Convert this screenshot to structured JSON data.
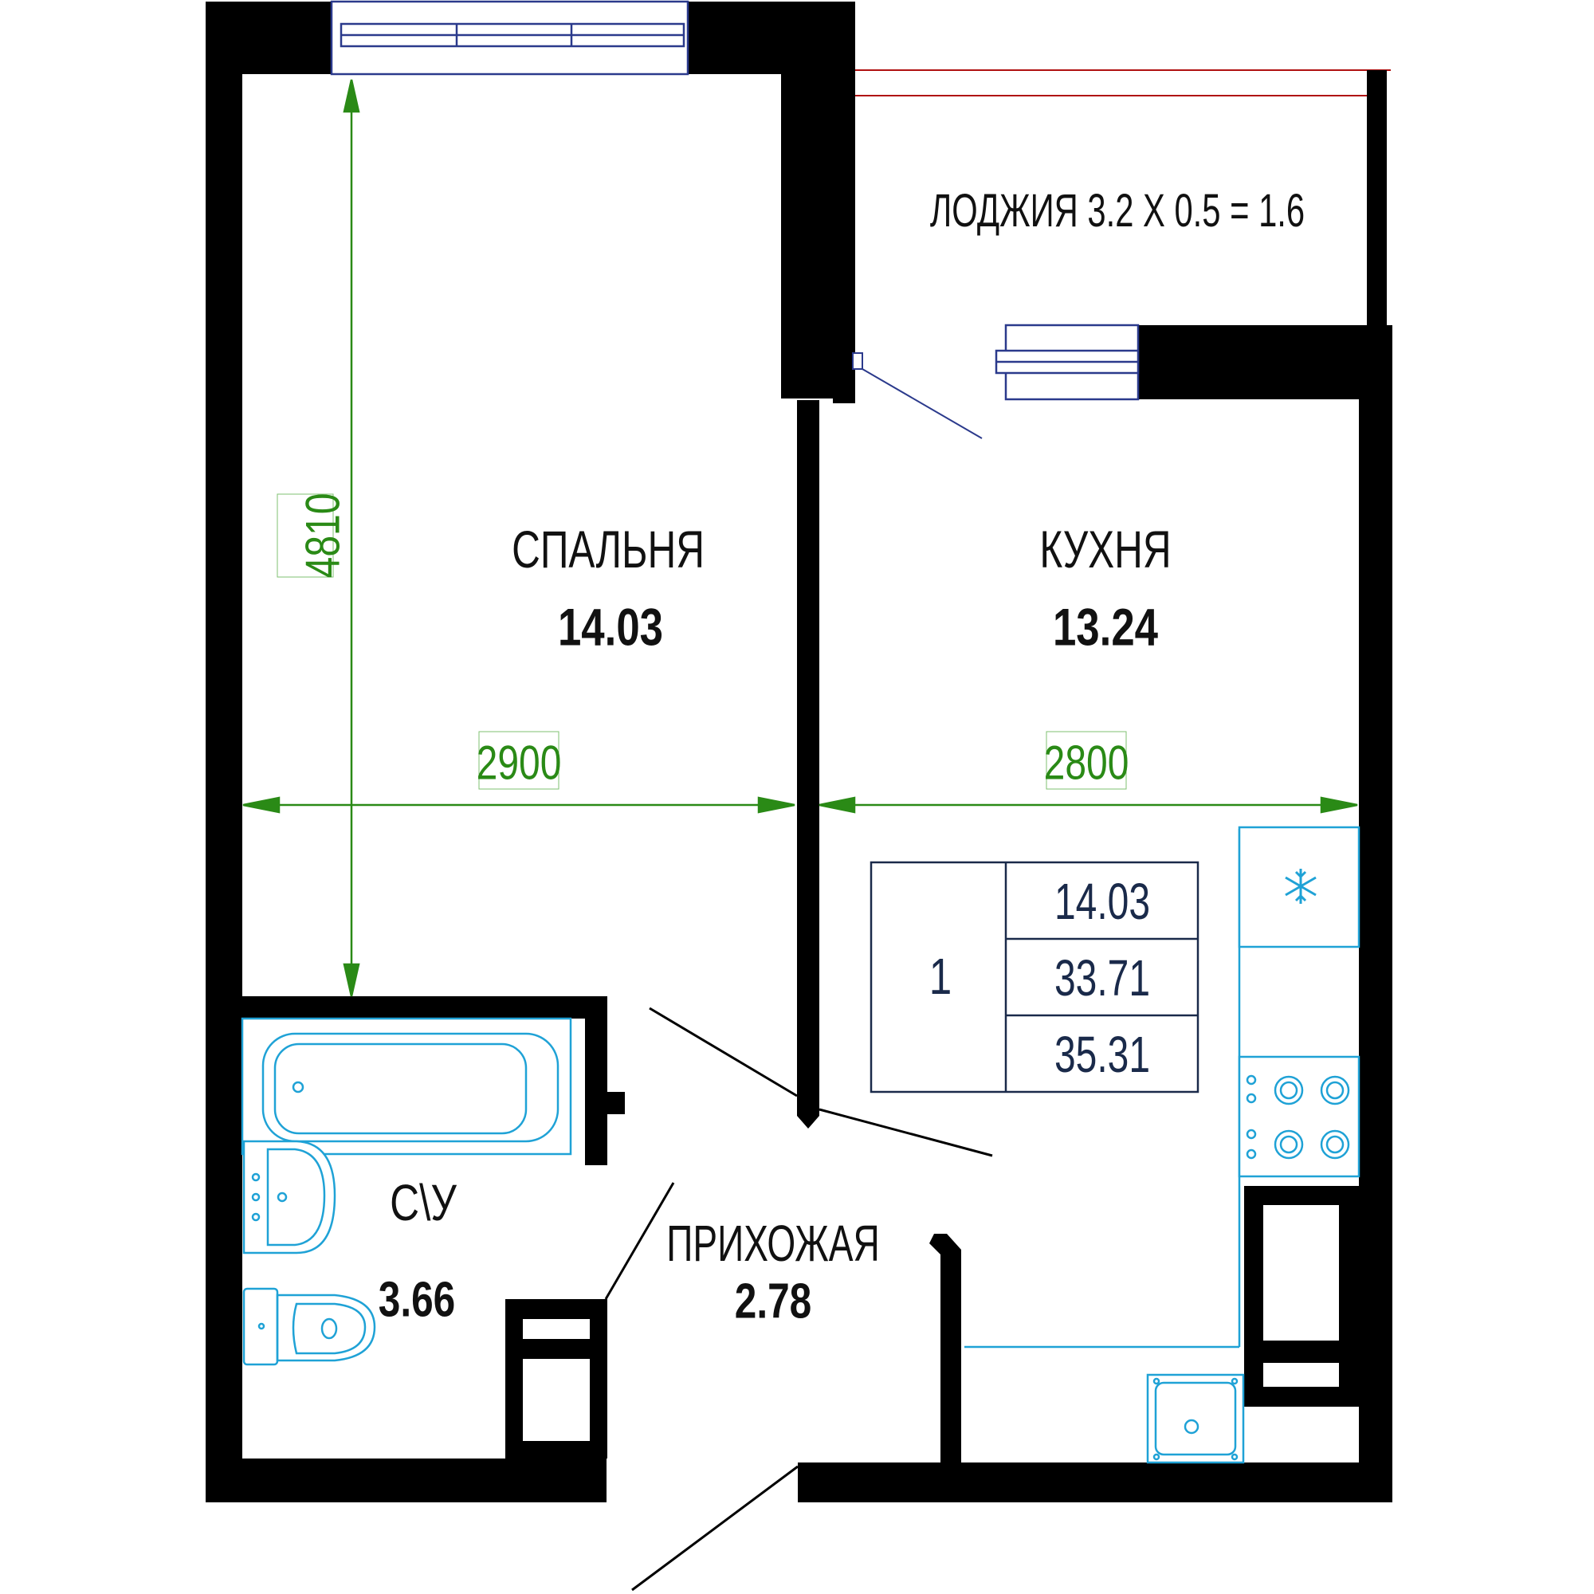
{
  "rooms": {
    "bedroom": {
      "name": "СПАЛЬНЯ",
      "area": "14.03"
    },
    "kitchen": {
      "name": "КУХНЯ",
      "area": "13.24"
    },
    "bathroom": {
      "name": "С\\У",
      "area": "3.66"
    },
    "hallway": {
      "name": "ПРИХОЖАЯ",
      "area": "2.78"
    },
    "loggia": {
      "label": "ЛОДЖИЯ 3.2 Х 0.5 = 1.6"
    }
  },
  "dimensions": {
    "bedroom_height": "4810",
    "bedroom_width": "2900",
    "kitchen_width": "2800"
  },
  "summary_table": {
    "rooms_count": "1",
    "living_area": "14.03",
    "total_area": "33.71",
    "total_with_loggia": "35.31"
  },
  "colors": {
    "wall": "#000000",
    "dimension": "#2a8a16",
    "fixture": "#1fa2d6",
    "window": "#2b3a8c",
    "loggia_rail": "#b01010",
    "table_border": "#1a2a4a"
  },
  "icons": {
    "fridge": "snowflake-icon"
  }
}
